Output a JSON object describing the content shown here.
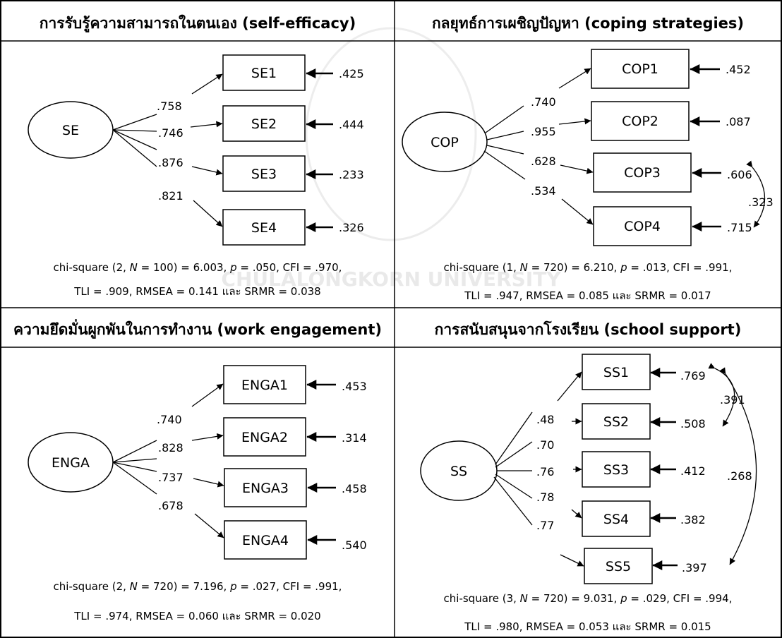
{
  "panels": [
    {
      "header": "การรับรู้ความสามารถในตนเอง (self-efficacy)",
      "latent": "SE",
      "indicators": [
        "SE1",
        "SE2",
        "SE3",
        "SE4"
      ],
      "loadings": [
        ".758",
        ".746",
        ".876",
        ".821"
      ],
      "errors": [
        ".425",
        ".444",
        ".233",
        ".326"
      ],
      "covariances": [],
      "fit_prefix": "chi-square (2, ",
      "fit_n": "N",
      "fit_mid": " = 100) = 6.003, ",
      "fit_p": "p",
      "fit_end": " = .050, CFI = .970,",
      "fit_line2": "TLI = .909, RMSEA = 0.141 และ SRMR = 0.038"
    },
    {
      "header": "กลยุทธ์การเผชิญปัญหา (coping strategies)",
      "latent": "COP",
      "indicators": [
        "COP1",
        "COP2",
        "COP3",
        "COP4"
      ],
      "loadings": [
        ".740",
        ".955",
        ".628",
        ".534"
      ],
      "errors": [
        ".452",
        ".087",
        ".606",
        ".715"
      ],
      "covariances": [
        ".323"
      ],
      "fit_prefix": "chi-square (1, ",
      "fit_n": "N",
      "fit_mid": " = 720) = 6.210, ",
      "fit_p": "p",
      "fit_end": " = .013, CFI = .991,",
      "fit_line2": "TLI = .947, RMSEA = 0.085 และ SRMR = 0.017"
    },
    {
      "header": "ความยึดมั่นผูกพันในการทำงาน (work engagement)",
      "latent": "ENGA",
      "indicators": [
        "ENGA1",
        "ENGA2",
        "ENGA3",
        "ENGA4"
      ],
      "loadings": [
        ".740",
        ".828",
        ".737",
        ".678"
      ],
      "errors": [
        ".453",
        ".314",
        ".458",
        ".540"
      ],
      "covariances": [],
      "fit_prefix": "chi-square (2, ",
      "fit_n": "N",
      "fit_mid": " = 720) = 7.196, ",
      "fit_p": "p",
      "fit_end": " = .027, CFI = .991,",
      "fit_line2": "TLI = .974, RMSEA = 0.060 และ SRMR = 0.020"
    },
    {
      "header": "การสนับสนุนจากโรงเรียน (school support)",
      "latent": "SS",
      "indicators": [
        "SS1",
        "SS2",
        "SS3",
        "SS4",
        "SS5"
      ],
      "loadings": [
        ".48",
        ".70",
        ".76",
        ".78",
        ".77"
      ],
      "errors": [
        ".769",
        ".508",
        ".412",
        ".382",
        ".397"
      ],
      "covariances": [
        ".391",
        ".268"
      ],
      "fit_prefix": "chi-square (3, ",
      "fit_n": "N",
      "fit_mid": " = 720) = 9.031, ",
      "fit_p": "p",
      "fit_end": " = .029, CFI = .994,",
      "fit_line2": "TLI = .980, RMSEA = 0.053 และ SRMR = 0.015"
    }
  ],
  "watermark": "CHULALONGKORN UNIVERSITY"
}
